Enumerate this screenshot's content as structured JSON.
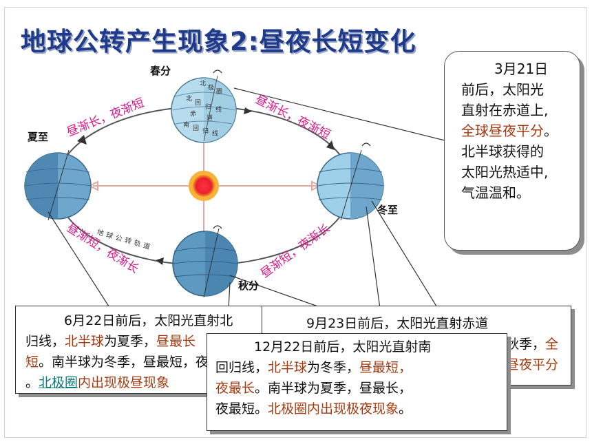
{
  "title": "地球公转产生现象2:昼夜长短变化",
  "seasons": {
    "spring": "春分",
    "summer": "夏至",
    "autumn": "秋分",
    "winter": "冬至"
  },
  "orbit_labels": {
    "top_left": "昼渐长，夜渐短",
    "top_right": "昼渐长，夜渐短",
    "bottom_left": "昼渐短，夜渐长",
    "bottom_right": "昼渐短，夜渐长",
    "track": "地球公转轨道"
  },
  "globe_labels": [
    "北",
    "极",
    "圈",
    "北",
    "回",
    "归",
    "线",
    "赤",
    "道",
    "南",
    "回",
    "归",
    "线"
  ],
  "callout_spring": {
    "l1": "3月21日",
    "l2": "前后，太阳光",
    "l3": "直射在赤道上,",
    "l4_hl": "全球昼夜平分",
    "l4_end": "。",
    "l5": "北半球获得的",
    "l6": "太阳光热适中,",
    "l7": "气温温和。"
  },
  "callout_summer": {
    "l1": "6月22日前后，太阳光直射北",
    "l2_a": "归线，",
    "l2_hl1": "北半球",
    "l2_b": "为夏季，",
    "l2_hl2": "昼最长",
    "l3_hl": "短",
    "l3_b": "。南半球为冬季，昼最短，夜最长",
    "l4_a": "。",
    "l4_link": "北极圈",
    "l4_hl": "内出现极昼现象"
  },
  "callout_autumn": {
    "l1": "9月23日前后，太阳光直射赤道",
    "l2_a": "上，北半球为秋季，",
    "l2_hl": "全",
    "l3_hl": "球昼夜平分"
  },
  "callout_winter": {
    "l1": "12月22日前后，太阳光直射南",
    "l2_a": "回归线，",
    "l2_hl1": "北半球",
    "l2_b": "为冬季，",
    "l2_hl2": "昼最短，",
    "l3_hl": "夜最长",
    "l3_b": "。南半球为夏季，昼最长，",
    "l4_a": "夜最短。",
    "l4_hl": "北极圈内出现极夜现象",
    "l4_end": "。"
  }
}
